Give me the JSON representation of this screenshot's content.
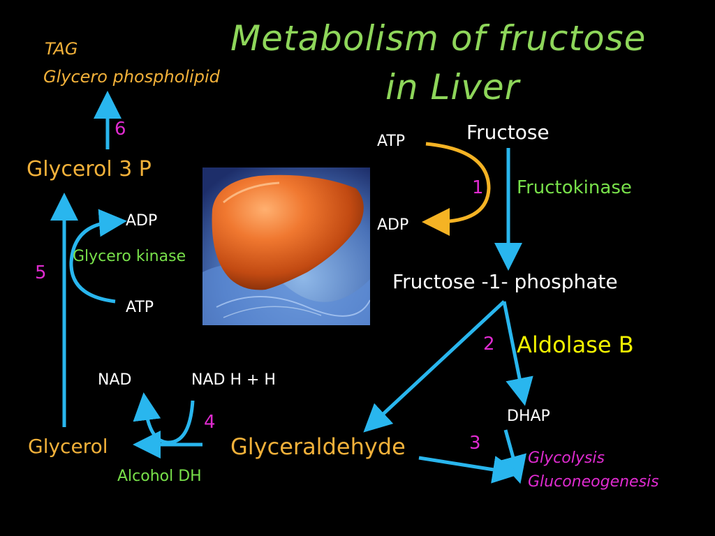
{
  "title": {
    "line1": "Metabolism  of  fructose",
    "line2": "in  Liver"
  },
  "labels": {
    "tag": "TAG",
    "glycero_phospholipid": "Glycero phospholipid",
    "step6": "6",
    "glycerol3p": "Glycerol 3 P",
    "adp_left": "ADP",
    "glycero_kinase": "Glycero kinase",
    "step5": "5",
    "atp_left": "ATP",
    "nad": "NAD",
    "nadh": "NAD H + H",
    "step4": "4",
    "glycerol": "Glycerol",
    "alcohol_dh": "Alcohol  DH",
    "glyceraldehyde": "Glyceraldehyde",
    "atp_right": "ATP",
    "fructose": "Fructose",
    "step1": "1",
    "fructokinase": "Fructokinase",
    "adp_right": "ADP",
    "fructose1p": "Fructose  -1- phosphate",
    "step2": "2",
    "aldolase_b": "Aldolase  B",
    "dhap": "DHAP",
    "step3": "3",
    "glycolysis": "Glycolysis",
    "gluconeogenesis": "Gluconeogenesis"
  },
  "colors": {
    "arrow_blue": "#29b6ee",
    "arrow_orange": "#f5b324",
    "title_green": "#8ed65a",
    "label_orange": "#f2b13a",
    "enzyme_green": "#78e04a",
    "step_magenta": "#e02bd0",
    "aldolase_yellow": "#f2f200"
  }
}
